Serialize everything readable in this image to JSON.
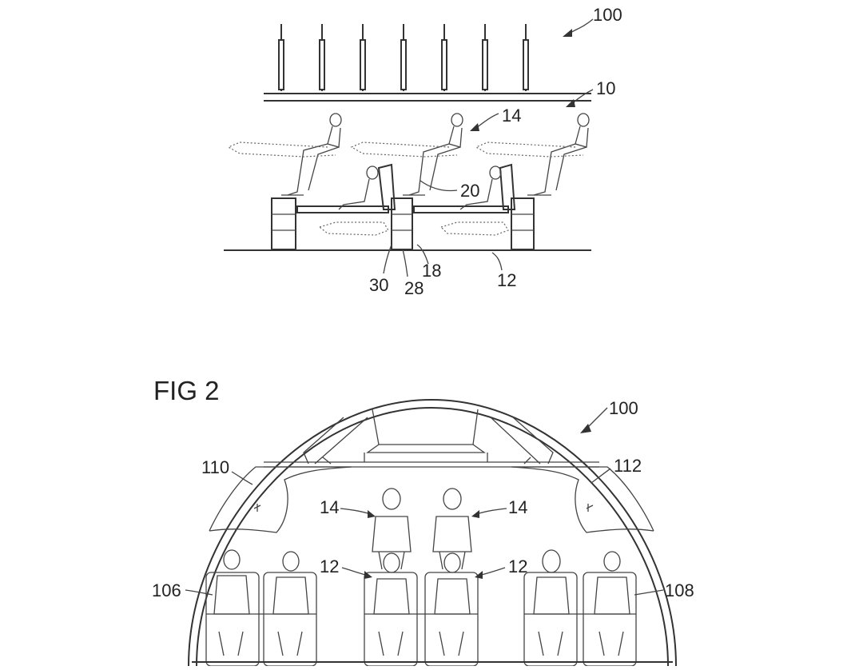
{
  "top_figure": {
    "labels": {
      "ref_100": "100",
      "ref_10": "10",
      "ref_14": "14",
      "ref_20": "20",
      "ref_30": "30",
      "ref_28": "28",
      "ref_18": "18",
      "ref_12": "12"
    }
  },
  "bottom_figure": {
    "title": "FIG 2",
    "labels": {
      "ref_100": "100",
      "ref_110": "110",
      "ref_112": "112",
      "ref_14_left": "14",
      "ref_14_right": "14",
      "ref_12_left": "12",
      "ref_12_right": "12",
      "ref_106": "106",
      "ref_108": "108"
    }
  },
  "colors": {
    "line": "#333333",
    "background": "#ffffff"
  }
}
